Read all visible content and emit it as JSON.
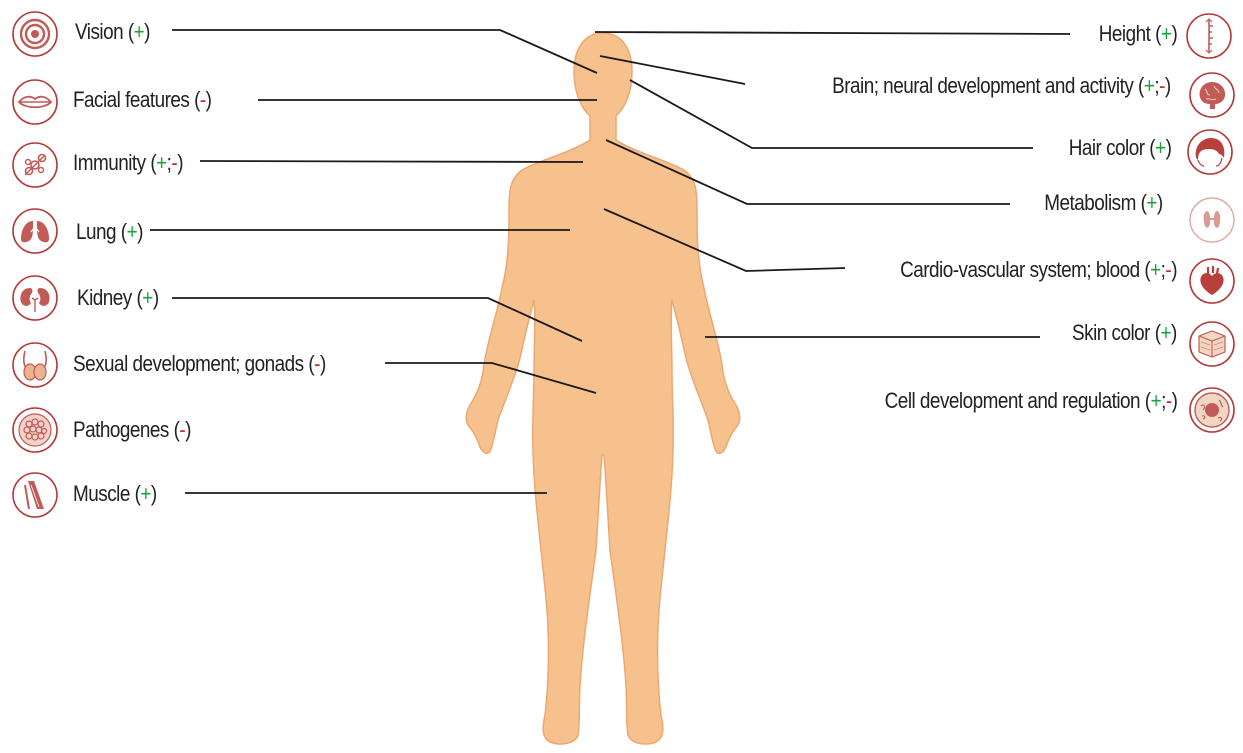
{
  "colors": {
    "body": "#f6c18c",
    "body_outline": "#e9a56e",
    "line": "#1a1a1a",
    "icon_ring": "#b43a3a",
    "icon_fill": "#c25a57",
    "plus": "#1aa33a",
    "minus": "#d0262b"
  },
  "labels": [
    {
      "id": "vision",
      "side": "left",
      "text": "Vision",
      "signs": [
        "+"
      ],
      "icon": "eye-target-icon"
    },
    {
      "id": "facial",
      "side": "left",
      "text": "Facial features",
      "signs": [
        "-"
      ],
      "icon": "lips-icon"
    },
    {
      "id": "immunity",
      "side": "left",
      "text": "Immunity",
      "signs": [
        "+",
        "-"
      ],
      "icon": "immune-cells-icon"
    },
    {
      "id": "lung",
      "side": "left",
      "text": "Lung",
      "signs": [
        "+"
      ],
      "icon": "lungs-icon"
    },
    {
      "id": "kidney",
      "side": "left",
      "text": "Kidney",
      "signs": [
        "+"
      ],
      "icon": "kidneys-icon"
    },
    {
      "id": "sexual",
      "side": "left",
      "text": "Sexual development; gonads",
      "signs": [
        "-"
      ],
      "icon": "gonads-icon"
    },
    {
      "id": "pathogenes",
      "side": "left",
      "text": "Pathogenes",
      "signs": [
        "-"
      ],
      "icon": "pathogen-icon"
    },
    {
      "id": "muscle",
      "side": "left",
      "text": "Muscle",
      "signs": [
        "+"
      ],
      "icon": "muscle-icon"
    },
    {
      "id": "height",
      "side": "right",
      "text": "Height",
      "signs": [
        "+"
      ],
      "icon": "height-ruler-icon"
    },
    {
      "id": "brain",
      "side": "right",
      "text": "Brain; neural development and activity",
      "signs": [
        "+",
        "-"
      ],
      "icon": "brain-icon"
    },
    {
      "id": "hair",
      "side": "right",
      "text": "Hair color",
      "signs": [
        "+"
      ],
      "icon": "hair-icon"
    },
    {
      "id": "metabolism",
      "side": "right",
      "text": "Metabolism",
      "signs": [
        "+"
      ],
      "icon": "thyroid-icon"
    },
    {
      "id": "cardio",
      "side": "right",
      "text": "Cardio-vascular system; blood",
      "signs": [
        "+",
        "-"
      ],
      "icon": "heart-icon"
    },
    {
      "id": "skin",
      "side": "right",
      "text": "Skin color",
      "signs": [
        "+"
      ],
      "icon": "skin-layers-icon"
    },
    {
      "id": "cell",
      "side": "right",
      "text": "Cell development and regulation",
      "signs": [
        "+",
        "-"
      ],
      "icon": "cell-icon"
    }
  ]
}
